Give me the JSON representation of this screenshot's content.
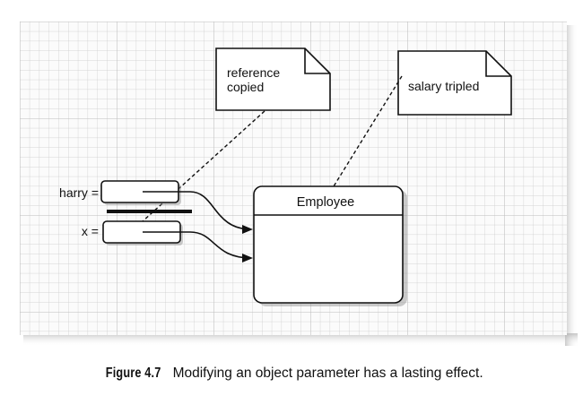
{
  "notes": {
    "reference": [
      "reference",
      "copied"
    ],
    "salary": [
      "salary tripled"
    ]
  },
  "variables": {
    "harry": "harry =",
    "x": "x ="
  },
  "object": {
    "title": "Employee"
  },
  "caption": {
    "label": "Figure 4.7",
    "text": "Modifying an object parameter has a lasting effect."
  }
}
